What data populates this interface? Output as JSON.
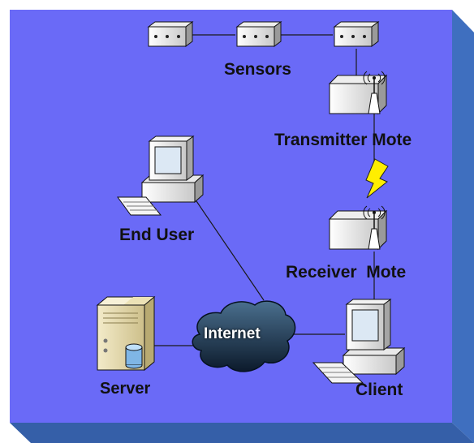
{
  "diagram": {
    "labels": {
      "sensors": "Sensors",
      "transmitter": "Transmitter Mote",
      "receiver": "Receiver  Mote",
      "end_user": "End User",
      "internet": "Internet",
      "server": "Server",
      "client": "Client"
    },
    "colors": {
      "background": "#6a6af7",
      "frame_side": "#3f6fbf",
      "link": "#1a1a1a",
      "wireless": "#ffee00"
    },
    "icons": [
      "sensor-icon",
      "transmitter-mote-icon",
      "receiver-mote-icon",
      "wireless-link-icon",
      "end-user-computer-icon",
      "internet-cloud-icon",
      "server-icon",
      "client-computer-icon"
    ]
  }
}
